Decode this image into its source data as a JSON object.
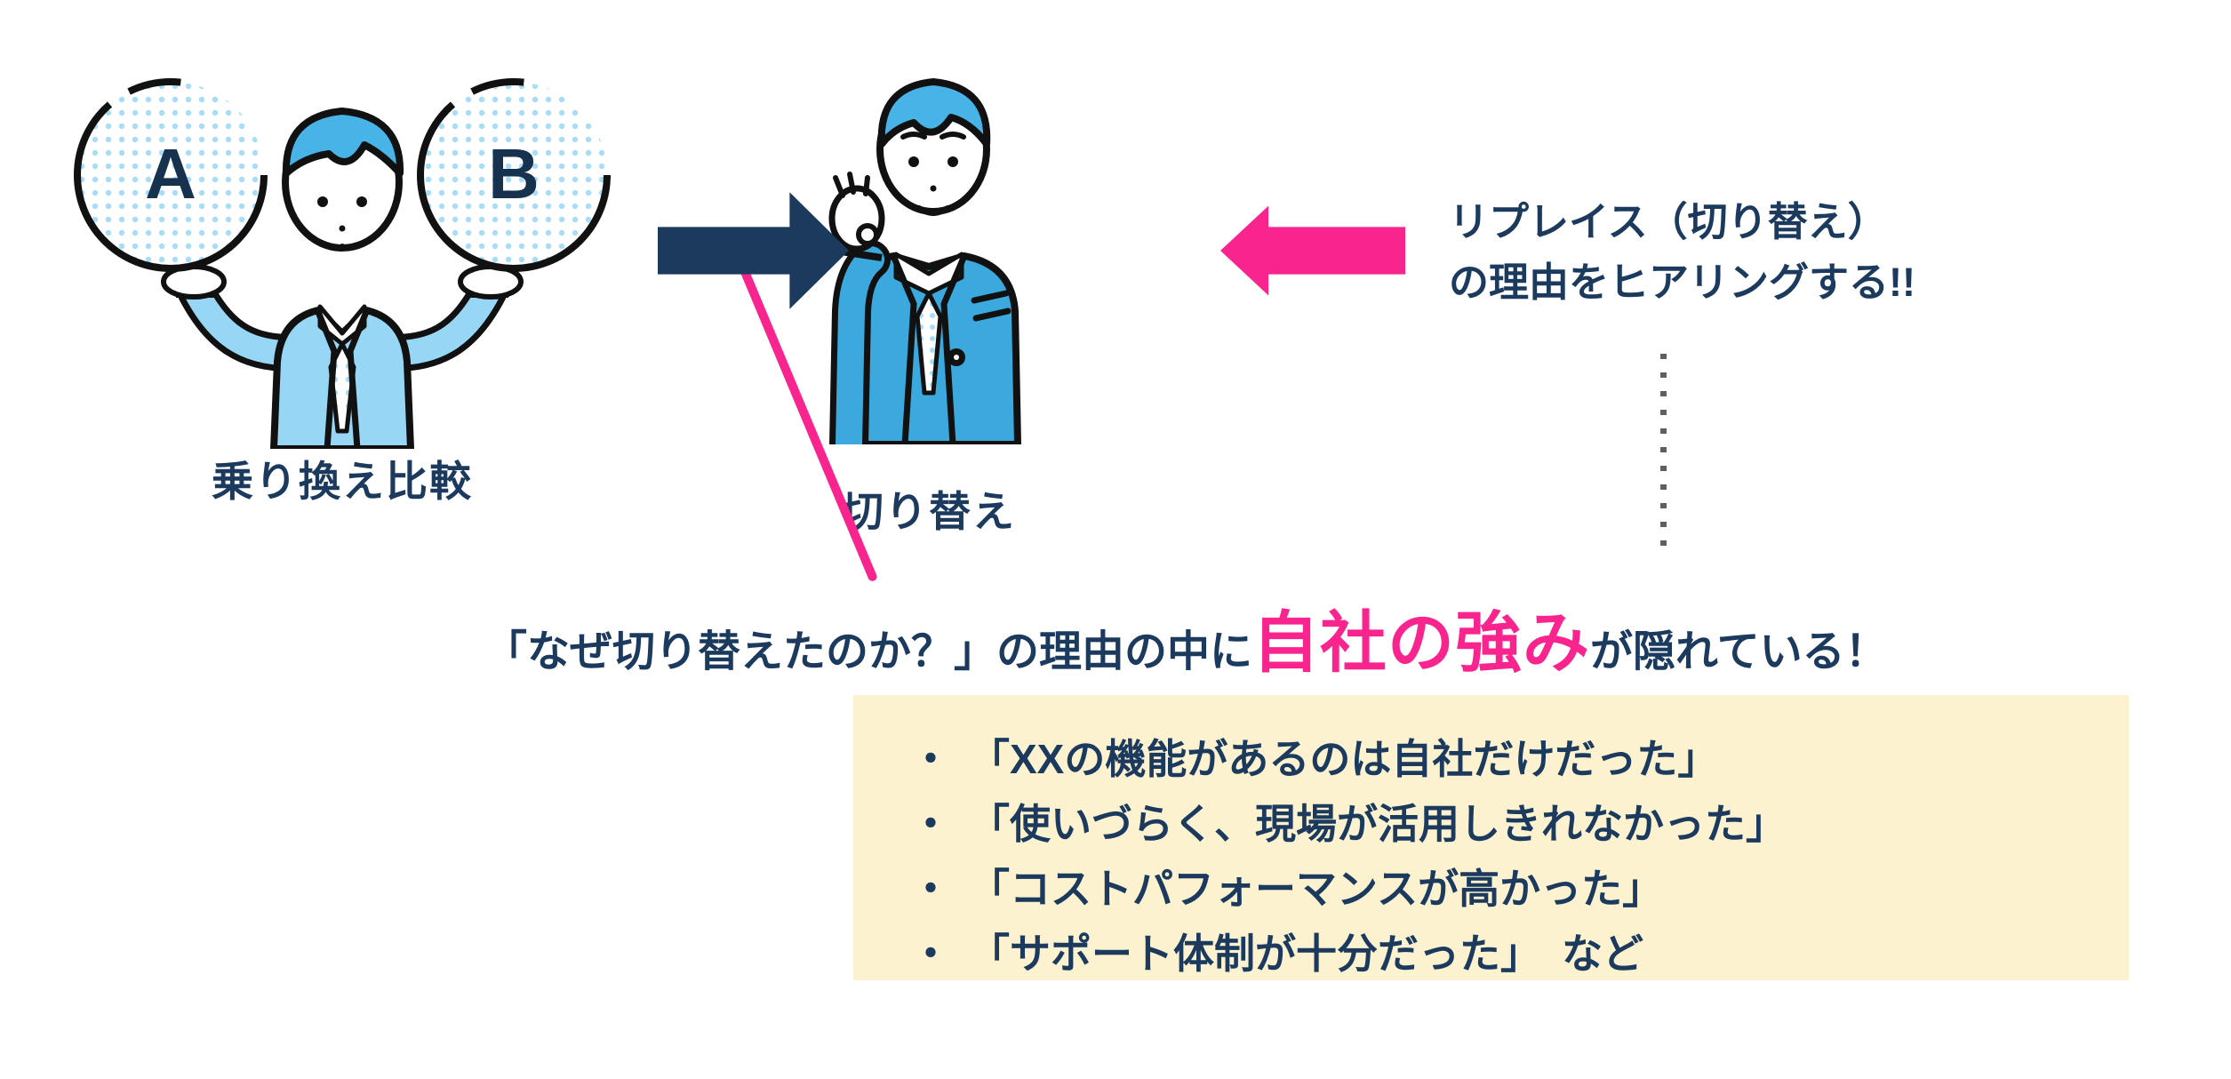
{
  "colors": {
    "navy": "#1B3A5E",
    "pink": "#F9248E",
    "cream_box": "#FCF2D0",
    "suit_light_blue": "#97D7F5",
    "suit_medium_blue": "#3BA9DD",
    "hair_blue": "#47B3E6",
    "circle_dot_blue": "#A9DCF7",
    "dotted_line_gray": "#5F5F5F"
  },
  "compare_figure": {
    "circle_a": "A",
    "circle_b": "B",
    "label": "乗り換え比較"
  },
  "switch_figure": {
    "label": "切り替え"
  },
  "hearing_note": {
    "line1": "リプレイス（切り替え）",
    "line2": "の理由をヒアリングする!!"
  },
  "headline": {
    "prefix": "「なぜ切り替えたのか？」の理由の中に",
    "highlight": "自社の強み",
    "suffix": "が隠れている！"
  },
  "reasons": {
    "bullet": "・",
    "items": [
      "「XXの機能があるのは自社だけだった」",
      "「使いづらく、現場が活用しきれなかった」",
      "「コストパフォーマンスが高かった」",
      "「サポート体制が十分だった」　など"
    ]
  }
}
